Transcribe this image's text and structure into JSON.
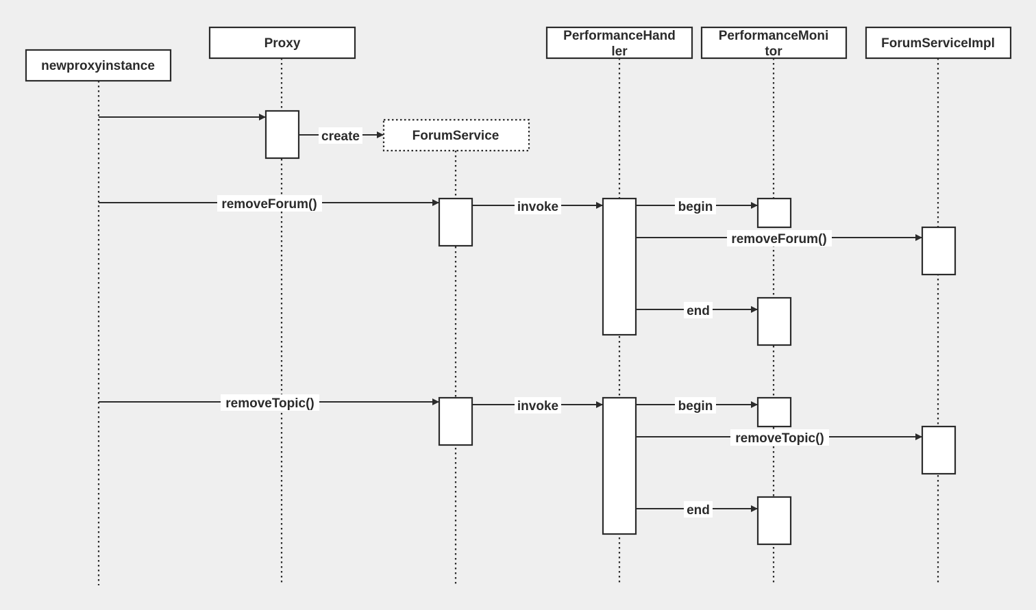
{
  "diagram": {
    "participants": {
      "client": "newproxyinstance",
      "proxy": "Proxy",
      "handler_line1": "PerformanceHand",
      "handler_line2": "ler",
      "monitor_line1": "PerformanceMoni",
      "monitor_line2": "tor",
      "target": "ForumServiceImpl",
      "created": "ForumService"
    },
    "messages": {
      "create": "create",
      "remove_forum_call": "removeForum()",
      "invoke_1": "invoke",
      "begin_1": "begin",
      "remove_forum_target": "removeForum()",
      "end_1": "end",
      "remove_topic_call": "removeTopic()",
      "invoke_2": "invoke",
      "begin_2": "begin",
      "remove_topic_target": "removeTopic()",
      "end_2": "end"
    }
  }
}
